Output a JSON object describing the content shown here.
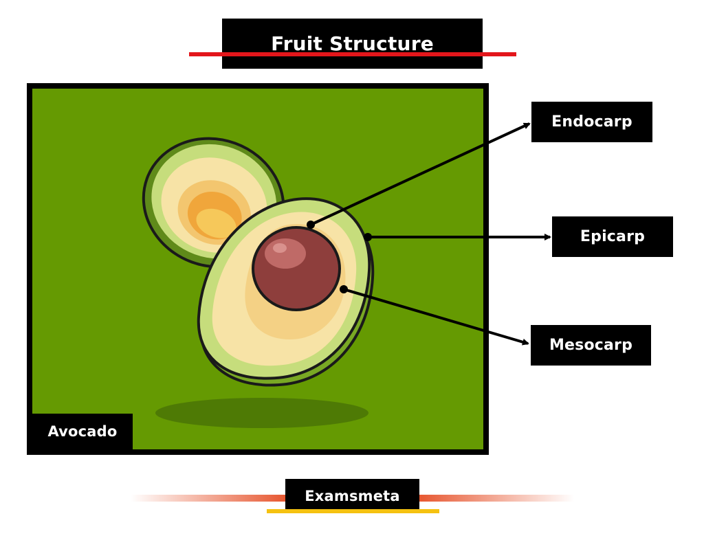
{
  "title": "Fruit Structure",
  "fruit_name": "Avocado",
  "labels": {
    "endocarp": "Endocarp",
    "epicarp": "Epicarp",
    "mesocarp": "Mesocarp"
  },
  "footer": "Examsmeta",
  "colors": {
    "background_green": "#659a02",
    "title_rule": "#e3161b",
    "footer_rule": "#f5c211",
    "footer_glow": "#e65028",
    "seed": "#8e3e3c",
    "flesh": "#f7e3a6",
    "skin": "#c6dd7c"
  }
}
